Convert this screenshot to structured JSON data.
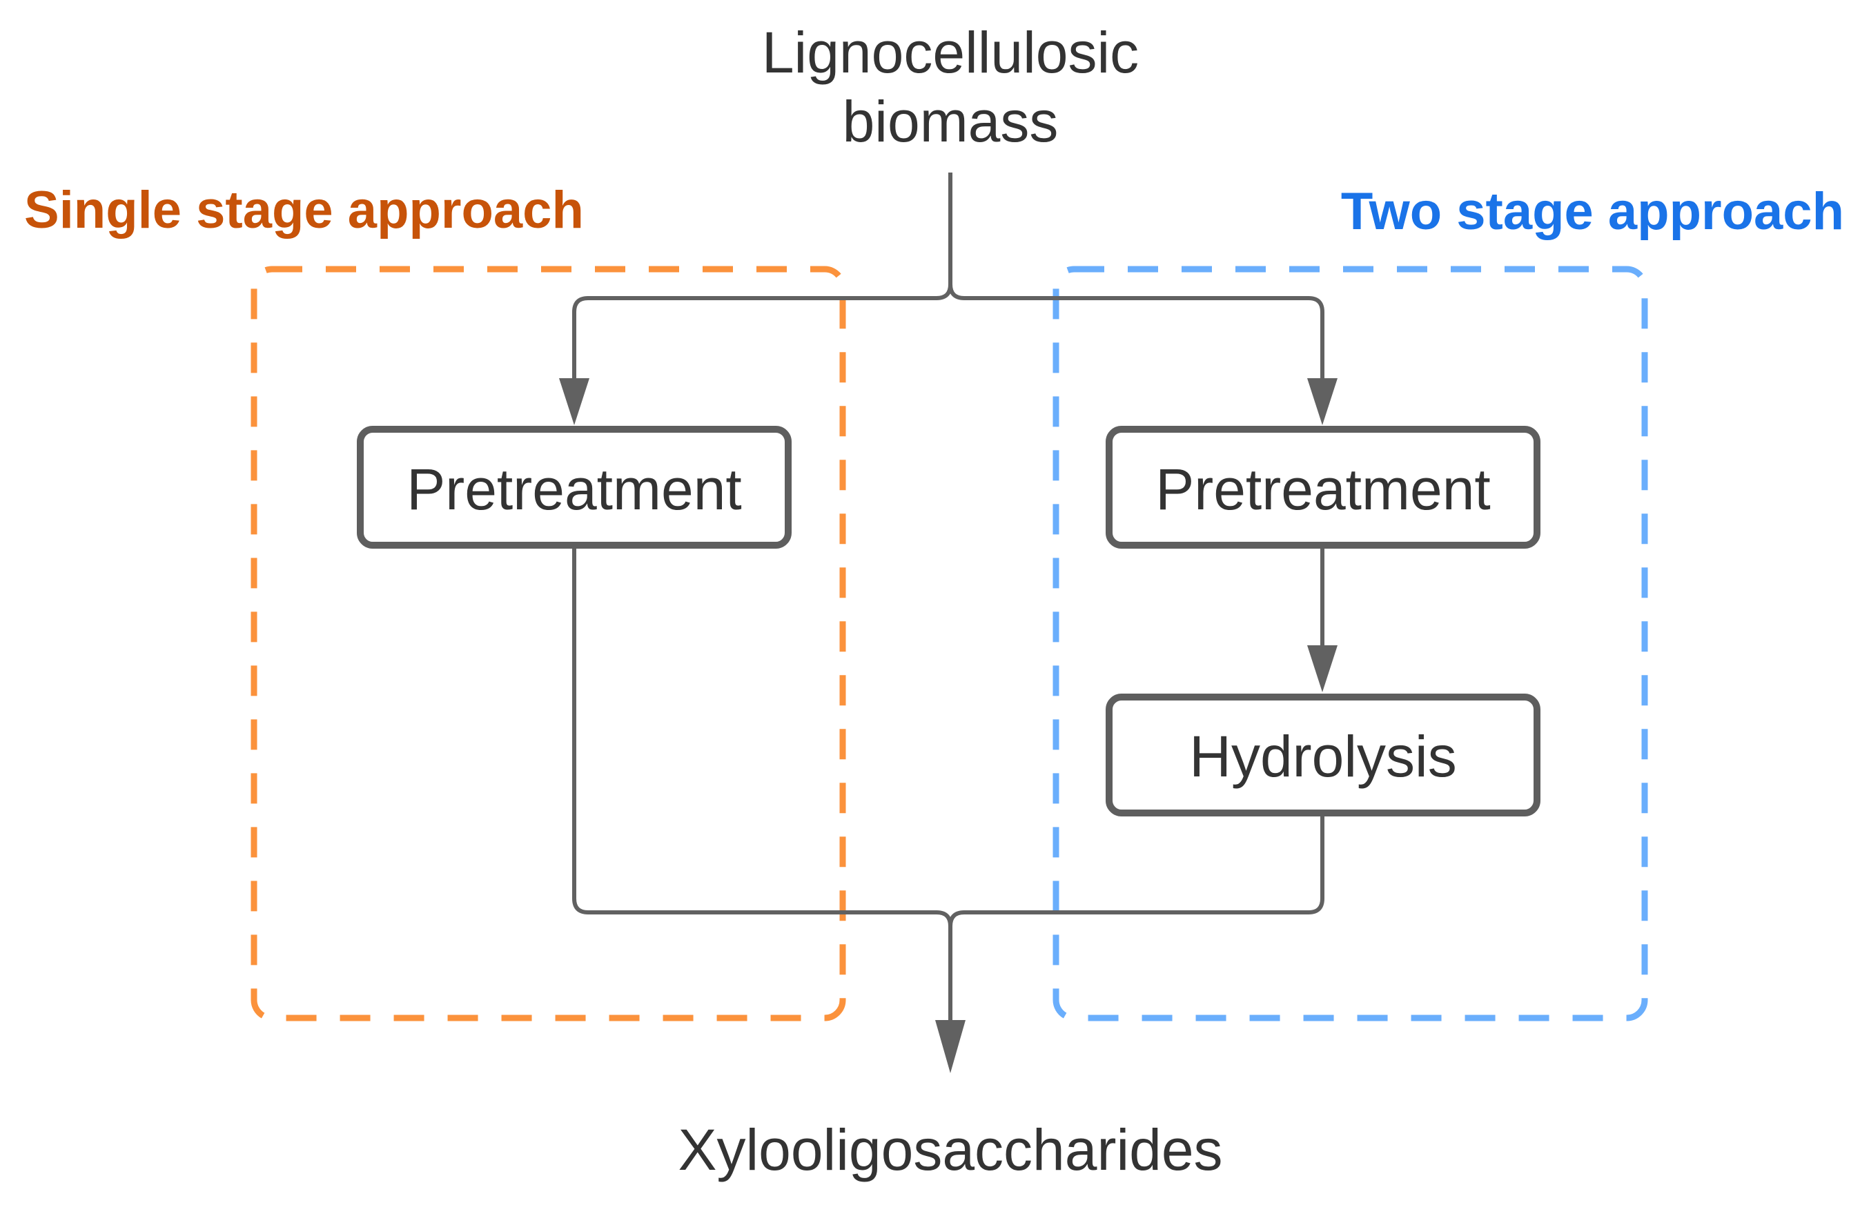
{
  "diagram": {
    "source": {
      "line1": "Lignocellulosic",
      "line2": "biomass"
    },
    "single_stage": {
      "label": "Single stage approach",
      "color": "#c75309",
      "border_color": "#fb923c",
      "pretreatment_label": "Pretreatment"
    },
    "two_stage": {
      "label": "Two stage approach",
      "color": "#1a73e8",
      "border_color": "#6aaefc",
      "pretreatment_label": "Pretreatment",
      "hydrolysis_label": "Hydrolysis"
    },
    "product": {
      "label": "Xylooligosaccharides"
    }
  }
}
